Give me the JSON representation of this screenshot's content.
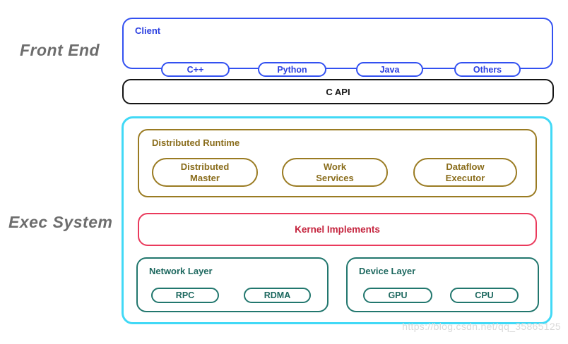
{
  "side_labels": {
    "front_end": "Front End",
    "exec_system": "Exec System"
  },
  "client": {
    "title": "Client",
    "pills": [
      "C++",
      "Python",
      "Java",
      "Others"
    ]
  },
  "c_api": {
    "label": "C API"
  },
  "exec": {
    "distributed_runtime": {
      "title": "Distributed Runtime",
      "pills": [
        "Distributed Master",
        "Work Services",
        "Dataflow Executor"
      ]
    },
    "kernel": {
      "label": "Kernel Implements"
    },
    "network_layer": {
      "title": "Network Layer",
      "pills": [
        "RPC",
        "RDMA"
      ]
    },
    "device_layer": {
      "title": "Device Layer",
      "pills": [
        "GPU",
        "CPU"
      ]
    }
  },
  "watermark": "https://blog.csdn.net/qq_35865125",
  "colors": {
    "client_blue": "#3351f1",
    "api_black": "#151515",
    "exec_cyan": "#41d9f6",
    "runtime_gold": "#9a7b22",
    "kernel_border_red": "#ea3a5c",
    "kernel_text_red": "#c5243e",
    "layer_teal": "#22776e",
    "side_label_gray": "#6d6d6d",
    "watermark_gray": "#d9d9d9"
  }
}
